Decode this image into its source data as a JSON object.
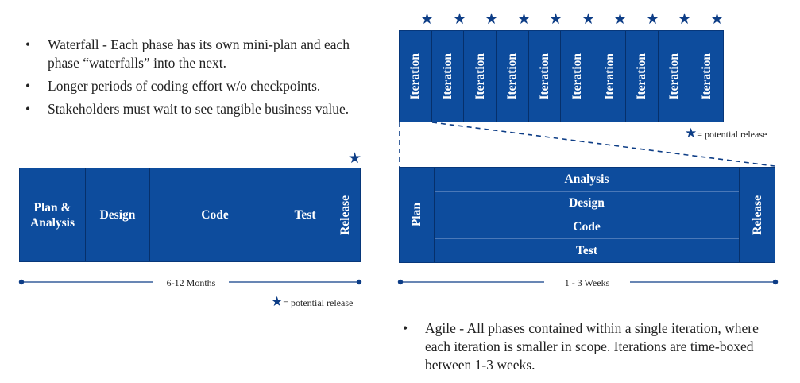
{
  "waterfall": {
    "bullets": [
      "Waterfall - Each phase has its own mini-plan and each phase “waterfalls” into the next.",
      "Longer periods of coding effort w/o checkpoints.",
      "Stakeholders must wait to see tangible business value."
    ],
    "phases": [
      "Plan & Analysis",
      "Design",
      "Code",
      "Test",
      "Release"
    ],
    "timeline_label": "6-12 Months",
    "legend": "= potential release"
  },
  "agile": {
    "iterations": [
      "Iteration",
      "Iteration",
      "Iteration",
      "Iteration",
      "Iteration",
      "Iteration",
      "Iteration",
      "Iteration",
      "Iteration",
      "Iteration"
    ],
    "legend": "= potential release",
    "plan": "Plan",
    "phases": [
      "Analysis",
      "Design",
      "Code",
      "Test"
    ],
    "release": "Release",
    "timeline_label": "1 - 3 Weeks",
    "bullet": "Agile - All phases contained within a single iteration, where each iteration is smaller in scope.  Iterations are time-boxed  between 1-3 weeks."
  },
  "icons": {
    "bullet": "•",
    "star": "★"
  },
  "colors": {
    "bar": "#0d4c9d",
    "star": "#0d3d86",
    "line": "#0d3d86"
  }
}
